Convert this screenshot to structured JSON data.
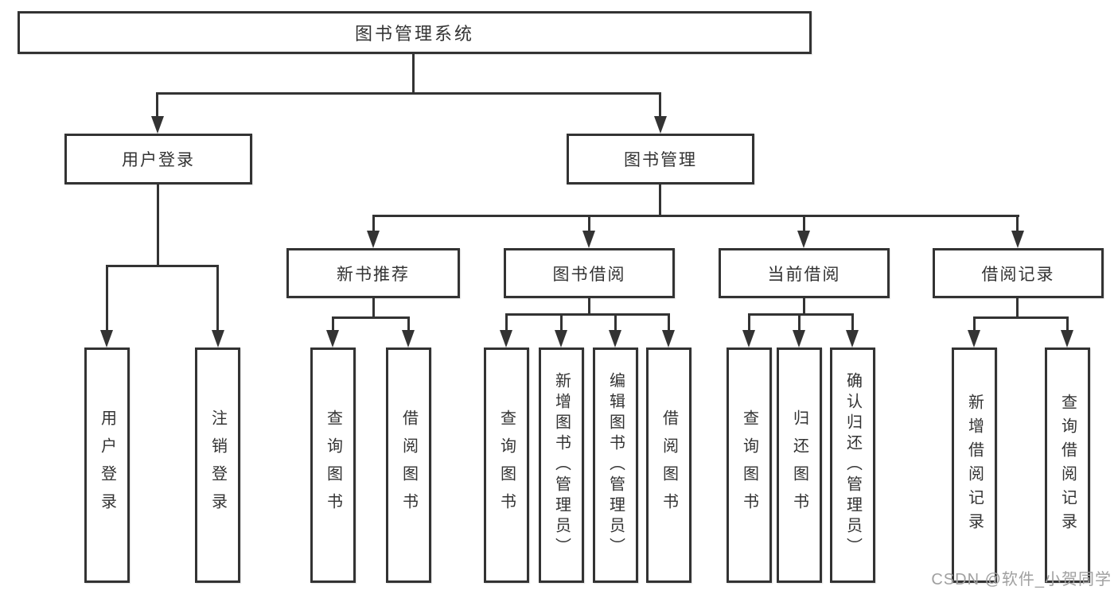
{
  "colors": {
    "line": "#333333",
    "border": "#333333",
    "text": "#333333",
    "watermark": "#a0a0a0",
    "bg": "#ffffff"
  },
  "nodes": {
    "root": "图书管理系统",
    "user_login": "用户登录",
    "book_mgmt": "图书管理",
    "new_book_rec": "新书推荐",
    "book_borrow": "图书借阅",
    "current_borrow": "当前借阅",
    "borrow_records": "借阅记录",
    "leaves": {
      "user_login_1": "用户登录",
      "user_login_2": "注销登录",
      "new_book_1": "查询图书",
      "new_book_2": "借阅图书",
      "borrow_1": "查询图书",
      "borrow_2": "新增图书（管理员）",
      "borrow_3": "编辑图书（管理员）",
      "borrow_4": "借阅图书",
      "current_1": "查询图书",
      "current_2": "归还图书",
      "current_3": "确认归还（管理员）",
      "records_1": "新增借阅记录",
      "records_2": "查询借阅记录"
    }
  },
  "watermark": "CSDN @软件_小贺同学"
}
